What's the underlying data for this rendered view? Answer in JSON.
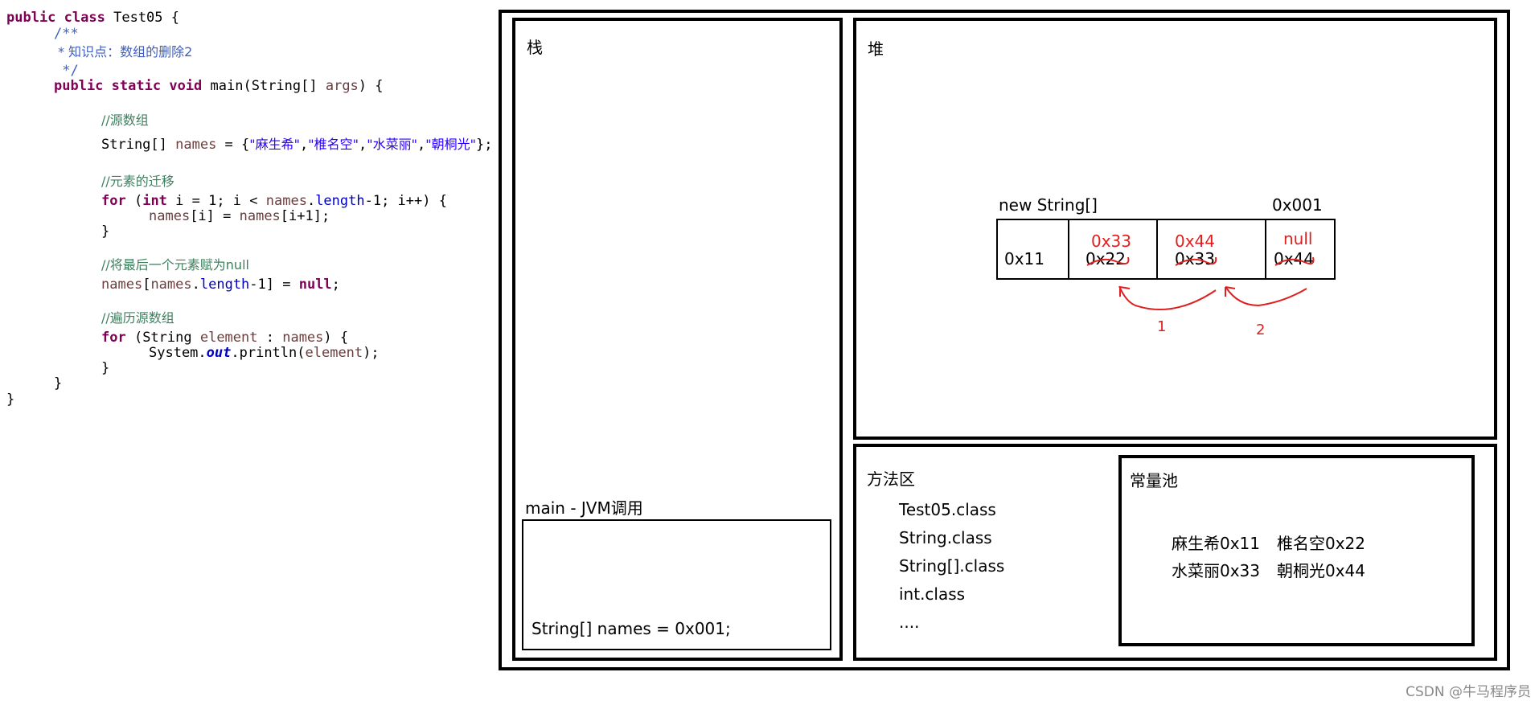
{
  "code": {
    "line1": {
      "kw1": "public",
      "kw2": "class",
      "rest": "Test05 {"
    },
    "line2": "/**",
    "line3": " * 知识点：数组的删除2",
    "line4": " */",
    "line5": {
      "kw1": "public",
      "kw2": "static",
      "kw3": "void",
      "rest": "main(String[] ",
      "param": "args",
      "tail": ") {"
    },
    "line6": "//源数组",
    "line7": {
      "a": "String[] ",
      "var": "names",
      "b": " = {",
      "s1": "\"麻生希\"",
      "c1": ",",
      "s2": "\"椎名空\"",
      "c2": ",",
      "s3": "\"水菜丽\"",
      "c3": ",",
      "s4": "\"朝桐光\"",
      "end": "};"
    },
    "line8": "//元素的迁移",
    "line9": {
      "kw1": "for",
      "a": " (",
      "kw2": "int",
      "b": " i = 1; i < ",
      "v1": "names",
      "c": ".",
      "f1": "length",
      "d": "-1; i++) {"
    },
    "line10": {
      "v1": "names",
      "a": "[i] = ",
      "v2": "names",
      "b": "[i+1];"
    },
    "line11": "}",
    "line12": "//将最后一个元素赋为null",
    "line13": {
      "v1": "names",
      "a": "[",
      "v2": "names",
      "b": ".",
      "f1": "length",
      "c": "-1] = ",
      "kw": "null",
      "d": ";"
    },
    "line14": "//遍历源数组",
    "line15": {
      "kw1": "for",
      "a": " (String ",
      "v1": "element",
      "b": " : ",
      "v2": "names",
      "c": ") {"
    },
    "line16": {
      "a": "System.",
      "f": "out",
      "b": ".println(",
      "v": "element",
      "c": ");"
    },
    "line17": "}",
    "line18": "}",
    "line19": "}"
  },
  "stack": {
    "title": "栈",
    "frame_label": "main - JVM调用",
    "frame_content": "String[] names = 0x001;"
  },
  "heap": {
    "title": "堆",
    "array_label": "new String[]",
    "address": "0x001",
    "cells": [
      {
        "value": "0x11",
        "new_value": ""
      },
      {
        "value": "0x22",
        "new_value": "0x33"
      },
      {
        "value": "0x33",
        "new_value": "0x44"
      },
      {
        "value": "0x44",
        "new_value": "null"
      }
    ],
    "arrows": [
      "1",
      "2"
    ]
  },
  "method_area": {
    "title": "方法区",
    "items": [
      "Test05.class",
      "String.class",
      "String[].class",
      "int.class",
      "...."
    ]
  },
  "constant_pool": {
    "title": "常量池",
    "items": [
      "麻生希0x11",
      "椎名空0x22",
      "水菜丽0x33",
      "朝桐光0x44"
    ]
  },
  "watermark": "CSDN @牛马程序员",
  "colors": {
    "annotation": "#e02020",
    "keyword": "#7f0055",
    "comment": "#3f7f5f",
    "string": "#2a00ff"
  }
}
